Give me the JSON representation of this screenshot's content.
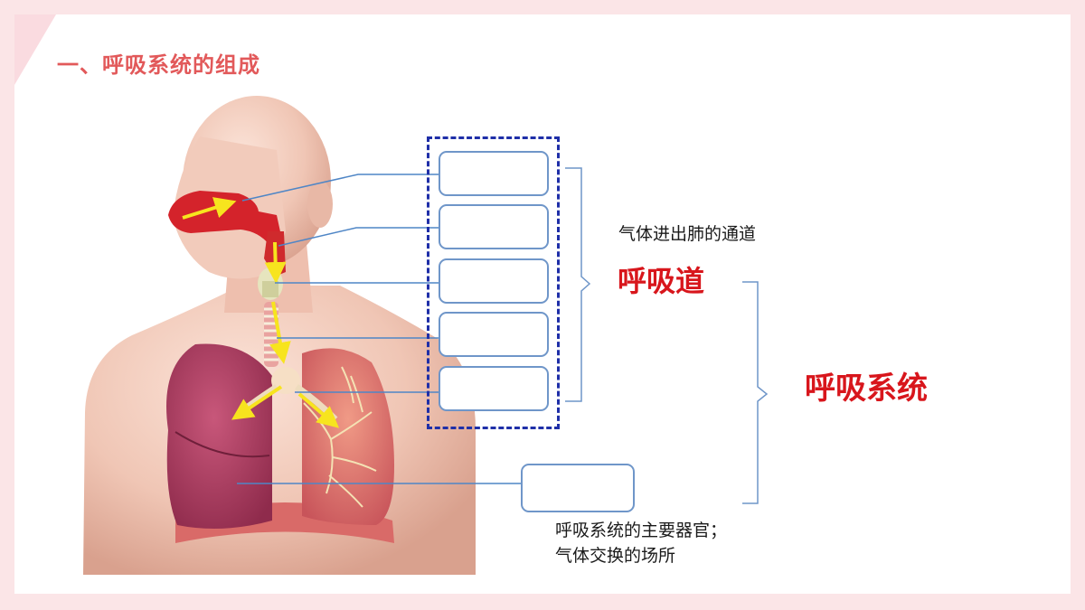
{
  "title": "一、呼吸系统的组成",
  "labels": {
    "airway_desc": "气体进出肺的通道",
    "airway": "呼吸道",
    "system": "呼吸系统",
    "lung_desc_1": "呼吸系统的主要器官；",
    "lung_desc_2": "气体交换的场所"
  },
  "colors": {
    "background": "#fbe5e7",
    "title": "#e2595a",
    "emphasis": "#d8161c",
    "box_border": "#6f96c9",
    "dashed_frame": "#1f2fa8",
    "arrow": "#f7e41e"
  }
}
